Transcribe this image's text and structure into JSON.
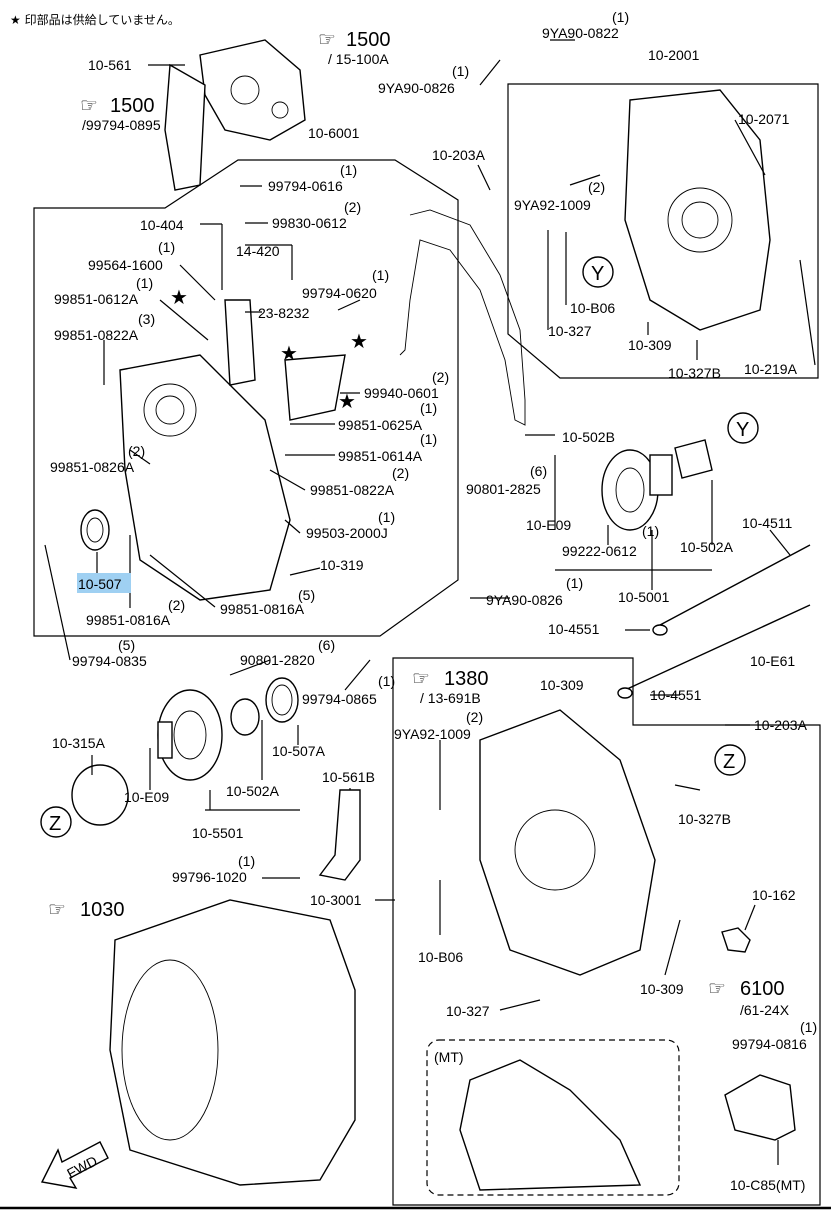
{
  "note": "★ 印部品は供給していません。",
  "refs": {
    "r1500a": {
      "num": "1500",
      "sub": "/ 15-100A"
    },
    "r1500b": {
      "num": "1500",
      "sub": "/99794-0895"
    },
    "r1380": {
      "num": "1380",
      "sub": "/ 13-691B"
    },
    "r1030": {
      "num": "1030",
      "sub": ""
    },
    "r6100": {
      "num": "6100",
      "sub": "/61-24X"
    }
  },
  "labels": {
    "l10_561": "10-561",
    "l10_6001": "10-6001",
    "l99794_0616": "99794-0616",
    "q99794_0616": "(1)",
    "l99830_0612": "99830-0612",
    "q99830_0612": "(2)",
    "l10_404": "10-404",
    "l14_420": "14-420",
    "l99564_1600": "99564-1600",
    "q99564_1600": "(1)",
    "l99851_0612A": "99851-0612A",
    "q99851_0612A": "(1)",
    "l23_8232": "23-8232",
    "l99794_0620": "99794-0620",
    "q99794_0620": "(1)",
    "l99851_0822A_top": "99851-0822A",
    "q99851_0822A_top": "(3)",
    "l99940_0601": "99940-0601",
    "q99940_0601": "(2)",
    "l99851_0625A": "99851-0625A",
    "q99851_0625A": "(1)",
    "l99851_0614A": "99851-0614A",
    "q99851_0614A": "(1)",
    "l99851_0826A": "99851-0826A",
    "q99851_0826A": "(2)",
    "l99851_0822A_mid": "99851-0822A",
    "q99851_0822A_mid": "(2)",
    "l99503_2000J": "99503-2000J",
    "q99503_2000J": "(1)",
    "l10_319": "10-319",
    "q10_319": "(5)",
    "l10_507": "10-507",
    "l99851_0816A_a": "99851-0816A",
    "q99851_0816A_a": "(2)",
    "l99851_0816A_b": "99851-0816A",
    "l99794_0835": "99794-0835",
    "q99794_0835": "(5)",
    "l9YA90_0822": "9YA90-0822",
    "q9YA90_0822": "(1)",
    "l9YA90_0826_top": "9YA90-0826",
    "q9YA90_0826_top": "(1)",
    "l10_2001": "10-2001",
    "l10_2071": "10-2071",
    "l10_203A_top": "10-203A",
    "l9YA92_1009_top": "9YA92-1009",
    "q9YA92_1009_top": "(2)",
    "l10_B06_top": "10-B06",
    "l10_327_top": "10-327",
    "l10_309_top": "10-309",
    "l10_327B_top": "10-327B",
    "l10_219A": "10-219A",
    "l10_502B": "10-502B",
    "l90801_2825": "90801-2825",
    "q90801_2825": "(6)",
    "l10_E09_top": "10-E09",
    "l99222_0612": "99222-0612",
    "q99222_0612": "(1)",
    "l10_502A_top": "10-502A",
    "l10_4511": "10-4511",
    "l10_5001": "10-5001",
    "l9YA90_0826_mid": "9YA90-0826",
    "q9YA90_0826_mid": "(1)",
    "l10_4551_a": "10-4551",
    "l10_4551_b": "10-4551",
    "l10_E61": "10-E61",
    "l90801_2820": "90801-2820",
    "q90801_2820": "(6)",
    "l99794_0865": "99794-0865",
    "q99794_0865": "(1)",
    "l10_309_mid": "10-309",
    "l9YA92_1009_mid": "9YA92-1009",
    "q9YA92_1009_mid": "(2)",
    "l10_203A_mid": "10-203A",
    "l10_315A": "10-315A",
    "l10_507A": "10-507A",
    "l10_E09_mid": "10-E09",
    "l10_502A_mid": "10-502A",
    "l10_5501": "10-5501",
    "l10_561B": "10-561B",
    "l10_327B_mid": "10-327B",
    "l99796_1020": "99796-1020",
    "q99796_1020": "(1)",
    "l10_3001": "10-3001",
    "l10_162": "10-162",
    "l10_B06_bot": "10-B06",
    "l10_309_bot": "10-309",
    "l10_327_bot": "10-327",
    "l99794_0816": "99794-0816",
    "q99794_0816": "(1)",
    "mt": "(MT)",
    "l10_C85": "10-C85(MT)",
    "y_top": "Y",
    "y_mid": "Y",
    "z_right": "Z",
    "z_left": "Z",
    "fwd": "FWD"
  }
}
